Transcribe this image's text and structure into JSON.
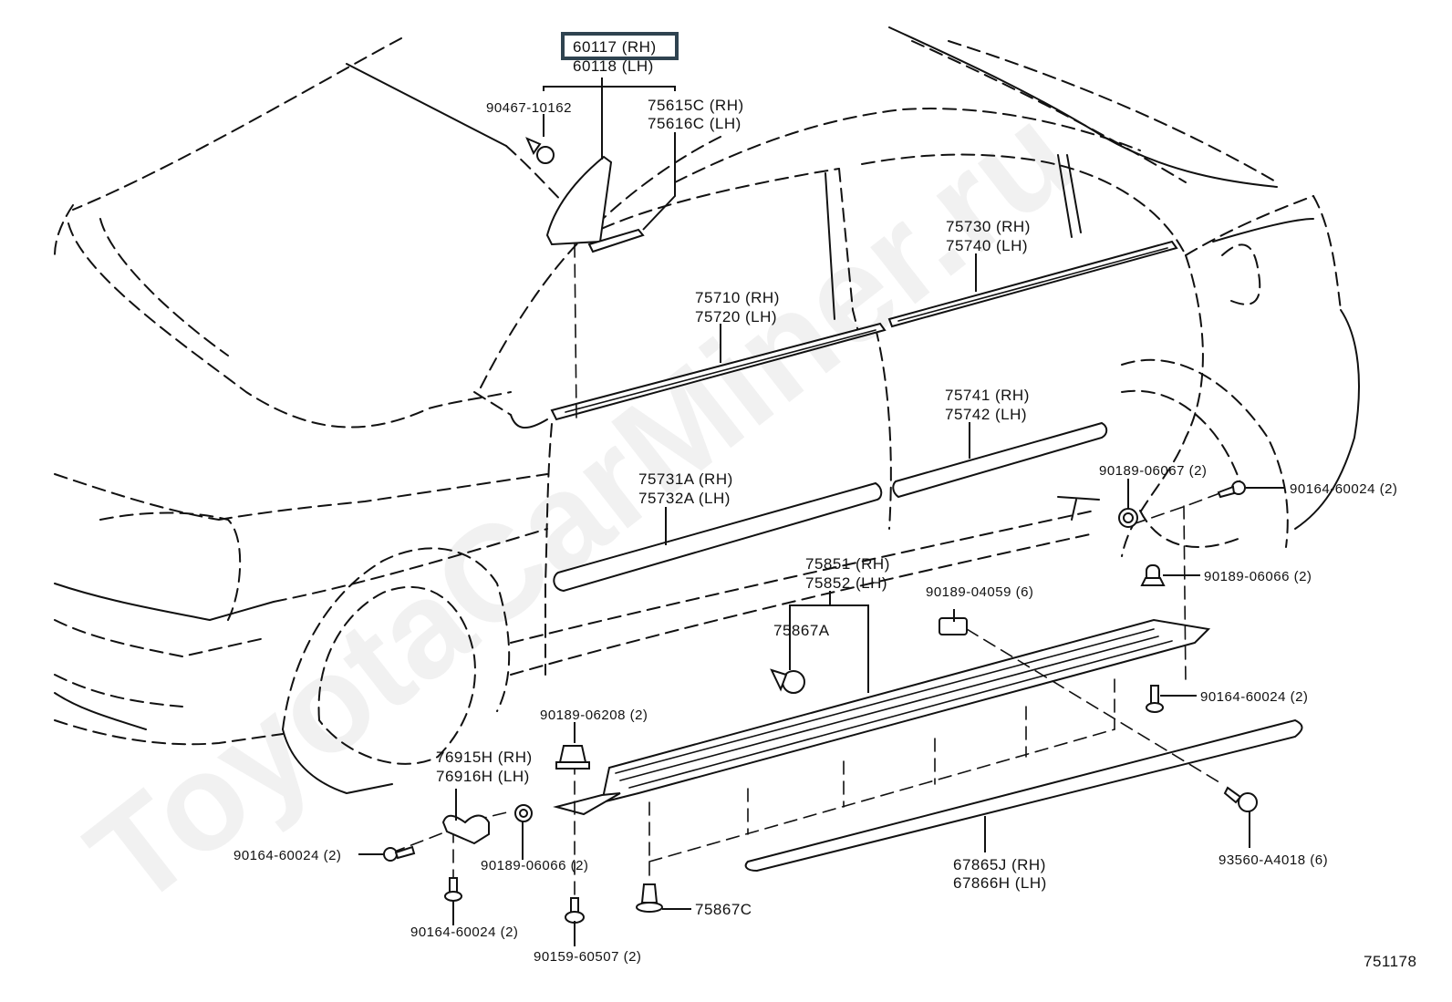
{
  "diagram": {
    "title": "Side moulding / rocker panel parts diagram",
    "watermark": "ToyotaCarMiner.ru",
    "figure_number": "751178",
    "highlighted_part": "60117 (RH)",
    "accent_color": "#2f4350",
    "callouts": [
      {
        "id": "mirror-cover",
        "lines": [
          "60117 (RH)",
          "60118 (LH)"
        ],
        "highlighted": true
      },
      {
        "id": "clip-90467",
        "lines": [
          "90467-10162"
        ]
      },
      {
        "id": "moulding-75615c",
        "lines": [
          "75615C (RH)",
          "75616C (LH)"
        ]
      },
      {
        "id": "front-belt-moulding",
        "lines": [
          "75710 (RH)",
          "75720 (LH)"
        ]
      },
      {
        "id": "rear-belt-moulding",
        "lines": [
          "75730 (RH)",
          "75740 (LH)"
        ]
      },
      {
        "id": "rear-door-side-moulding",
        "lines": [
          "75741 (RH)",
          "75742 (LH)"
        ]
      },
      {
        "id": "front-door-side-moulding",
        "lines": [
          "75731A (RH)",
          "75732A (LH)"
        ]
      },
      {
        "id": "rocker-panel-moulding",
        "lines": [
          "75851 (RH)",
          "75852 (LH)"
        ]
      },
      {
        "id": "clip-75867a",
        "lines": [
          "75867A"
        ]
      },
      {
        "id": "clip-90189-04059",
        "lines": [
          "90189-04059 (6)"
        ]
      },
      {
        "id": "nut-90189-06067",
        "lines": [
          "90189-06067 (2)"
        ]
      },
      {
        "id": "screw-90164-rear-upper",
        "lines": [
          "90164-60024 (2)"
        ]
      },
      {
        "id": "clip-90189-06066-rear",
        "lines": [
          "90189-06066 (2)"
        ]
      },
      {
        "id": "screw-90164-rear-lower",
        "lines": [
          "90164-60024 (2)"
        ]
      },
      {
        "id": "screw-93560",
        "lines": [
          "93560-A4018 (6)"
        ]
      },
      {
        "id": "mudguard-67865j",
        "lines": [
          "67865J (RH)",
          "67866H (LH)"
        ]
      },
      {
        "id": "clip-75867c",
        "lines": [
          "75867C"
        ]
      },
      {
        "id": "bolt-90159",
        "lines": [
          "90159-60507 (2)"
        ]
      },
      {
        "id": "nut-90189-06208",
        "lines": [
          "90189-06208 (2)"
        ]
      },
      {
        "id": "bracket-76915h",
        "lines": [
          "76915H (RH)",
          "76916H (LH)"
        ]
      },
      {
        "id": "screw-90164-front-side",
        "lines": [
          "90164-60024 (2)"
        ]
      },
      {
        "id": "clip-90189-06066-front",
        "lines": [
          "90189-06066 (2)"
        ]
      },
      {
        "id": "screw-90164-front-bottom",
        "lines": [
          "90164-60024 (2)"
        ]
      }
    ]
  }
}
